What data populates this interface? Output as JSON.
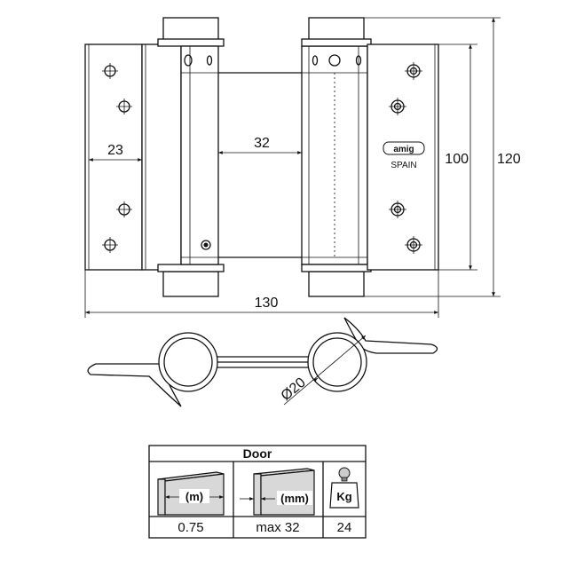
{
  "dimensions": {
    "width_total": "130",
    "height_plate": "100",
    "height_total": "120",
    "leaf_width": "23",
    "gap": "32",
    "pin_diameter": "Ø20"
  },
  "marking": {
    "brand": "amig",
    "country": "SPAIN"
  },
  "table": {
    "header": "Door",
    "col1_unit": "(m)",
    "col2_unit": "(mm)",
    "col3_unit": "Kg",
    "col1_value": "0.75",
    "col2_value": "max 32",
    "col3_value": "24"
  }
}
